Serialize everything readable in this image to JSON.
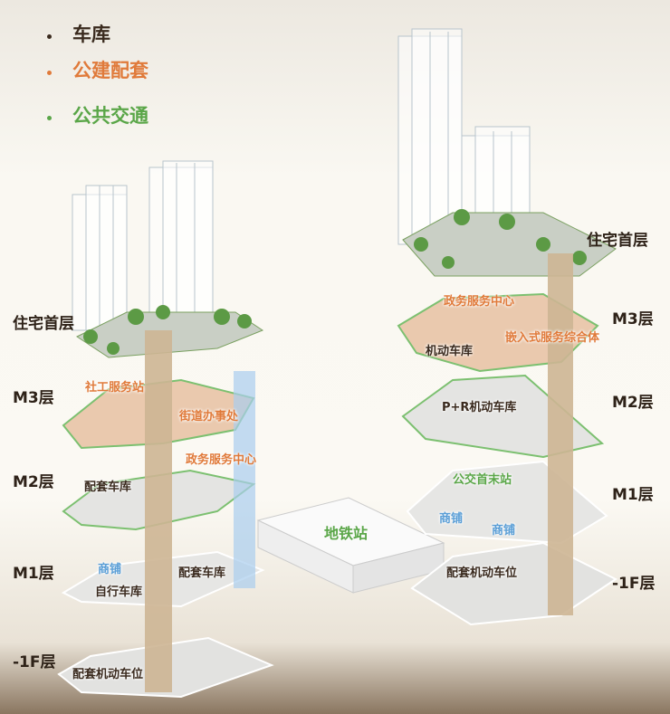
{
  "legend": [
    {
      "label": "车库",
      "color": "#3a2a1e"
    },
    {
      "label": "公建配套",
      "color": "#e07a3a"
    },
    {
      "label": "公共交通",
      "color": "#5aa648"
    }
  ],
  "left_building": {
    "floors": [
      "住宅首层",
      "M3层",
      "M2层",
      "M1层",
      "-1F层"
    ],
    "areas": {
      "social_station": "社工服务站",
      "street_office": "街道办事处",
      "gov_center": "政务服务中心",
      "m2_garage": "配套车库",
      "shops": "商铺",
      "m1_garage": "配套车库",
      "bike_garage": "自行车库",
      "parking": "配套机动车位"
    }
  },
  "metro": {
    "label": "地铁站"
  },
  "right_building": {
    "floors": [
      "住宅首层",
      "M3层",
      "M2层",
      "M1层",
      "-1F层"
    ],
    "areas": {
      "gov_center": "政务服务中心",
      "motor_garage": "机动车库",
      "service_complex": "嵌入式服务综合体",
      "pr_garage": "P+R机动车库",
      "bus_terminal": "公交首末站",
      "shops_1": "商铺",
      "shops_2": "商铺",
      "parking": "配套机动车位"
    }
  },
  "colors": {
    "garage": "#3a2a1e",
    "public": "#e07a3a",
    "transit": "#5aa648",
    "shop": "#5a9ed6"
  }
}
